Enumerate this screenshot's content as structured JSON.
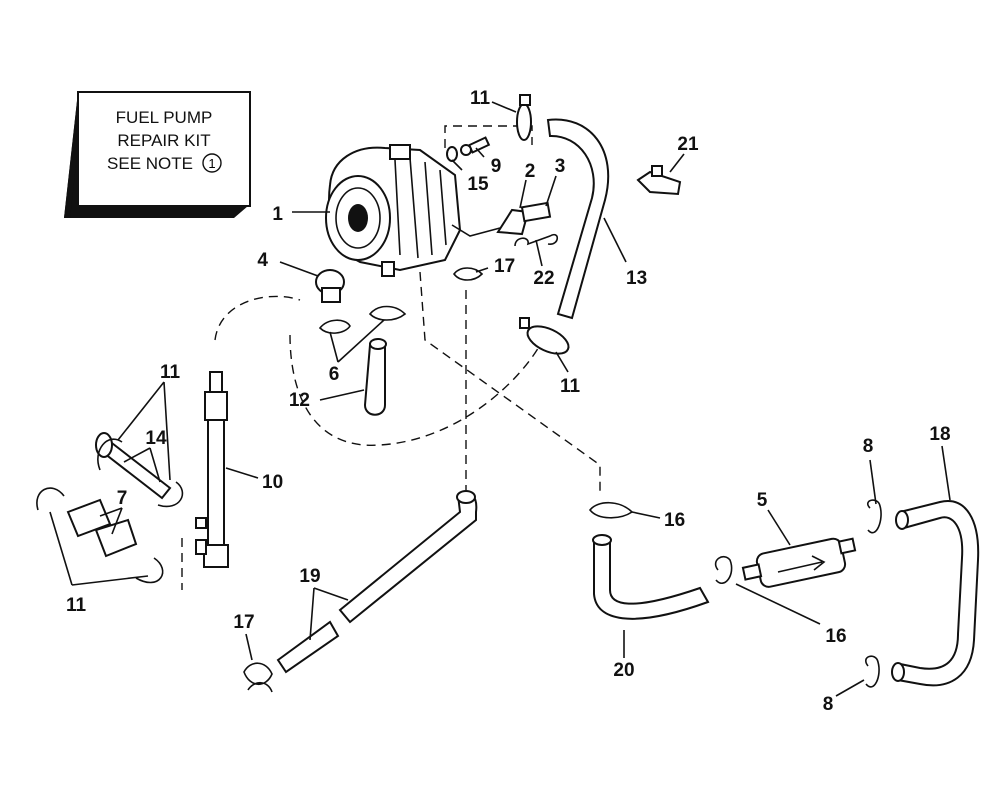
{
  "note_box": {
    "line1": "FUEL PUMP",
    "line2": "REPAIR KIT",
    "line3": "SEE NOTE",
    "note_ref": "1"
  },
  "callouts": {
    "c1": "1",
    "c2": "2",
    "c3": "3",
    "c4": "4",
    "c5": "5",
    "c6": "6",
    "c7": "7",
    "c8a": "8",
    "c8b": "8",
    "c9": "9",
    "c10": "10",
    "c11a": "11",
    "c11b": "11",
    "c11c": "11",
    "c11d": "11",
    "c12": "12",
    "c13": "13",
    "c14": "14",
    "c15": "15",
    "c16a": "16",
    "c16b": "16",
    "c17a": "17",
    "c17b": "17",
    "c18": "18",
    "c19": "19",
    "c20": "20",
    "c21": "21",
    "c22": "22"
  },
  "colors": {
    "ink": "#111111",
    "paper": "#ffffff"
  }
}
